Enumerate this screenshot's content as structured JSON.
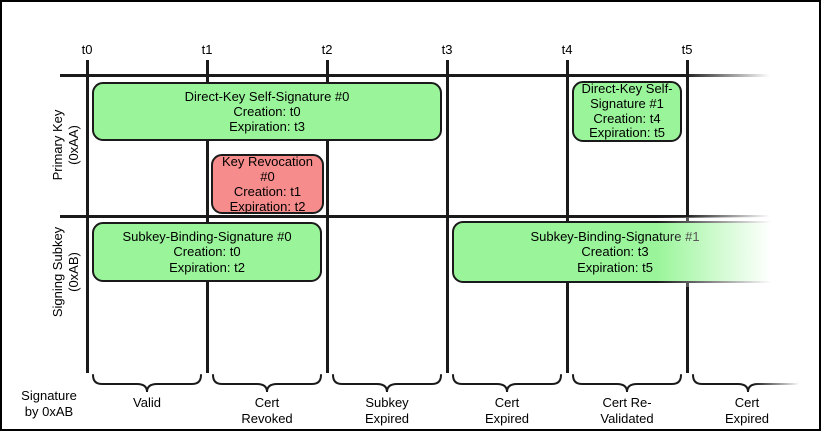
{
  "timeline": {
    "ticks": [
      "t0",
      "t1",
      "t2",
      "t3",
      "t4",
      "t5"
    ]
  },
  "rows": {
    "primary": {
      "label": "Primary Key\n(0xAA)"
    },
    "subkey": {
      "label": "Signing Subkey\n(0xAB)"
    }
  },
  "boxes": {
    "dk0": {
      "title": "Direct-Key Self-Signature #0",
      "creation": "Creation: t0",
      "expiration": "Expiration: t3"
    },
    "rev0": {
      "title": "Key Revocation #0",
      "creation": "Creation: t1",
      "expiration": "Expiration: t2"
    },
    "dk1": {
      "title": "Direct-Key Self-Signature #1",
      "creation": "Creation: t4",
      "expiration": "Expiration: t5"
    },
    "sb0": {
      "title": "Subkey-Binding-Signature #0",
      "creation": "Creation: t0",
      "expiration": "Expiration: t2"
    },
    "sb1": {
      "title": "Subkey-Binding-Signature #1",
      "creation": "Creation: t3",
      "expiration": "Expiration: t5"
    }
  },
  "footer": {
    "axis_label": "Signature\nby 0xAB",
    "segments": [
      "Valid",
      "Cert\nRevoked",
      "Subkey\nExpired",
      "Cert\nExpired",
      "Cert Re-\nValidated",
      "Cert\nExpired"
    ]
  },
  "colors": {
    "valid-green": "#9af59a",
    "revoked-red": "#f78c8c"
  }
}
